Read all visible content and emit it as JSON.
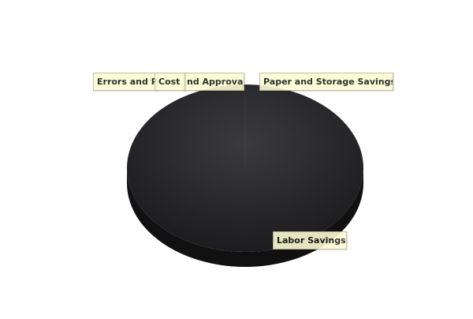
{
  "chart_data": {
    "type": "pie",
    "style": "3d",
    "title": "",
    "categories": [
      "Errors and P",
      "Cost",
      "nd Approval",
      "Paper and Storage Savings",
      "Labor Savings"
    ],
    "legend": "none",
    "colors": {
      "top_center": "#3b3b3e",
      "top_edge": "#1c1c1e",
      "side": "#111112",
      "label_bg": "#fbfbd2",
      "label_border": "#b8b8a4",
      "label_text": "#1a1a1a"
    }
  }
}
